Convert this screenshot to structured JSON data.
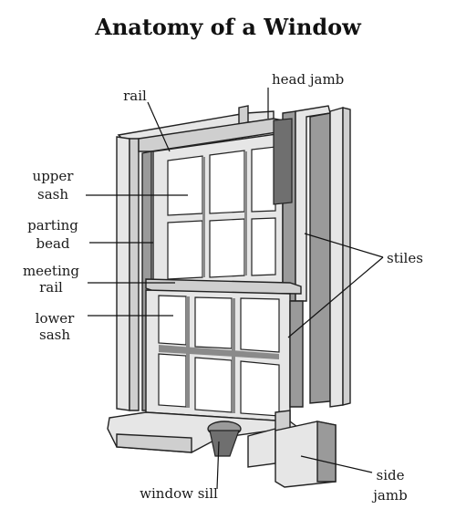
{
  "title": "Anatomy of a Window",
  "labels": {
    "rail": "rail",
    "head_jamb": "head jamb",
    "upper_sash_1": "upper",
    "upper_sash_2": "sash",
    "parting_bead_1": "parting",
    "parting_bead_2": "bead",
    "meeting_rail_1": "meeting",
    "meeting_rail_2": "rail",
    "lower_sash_1": "lower",
    "lower_sash_2": "sash",
    "stiles": "stiles",
    "window_sill": "window sill",
    "side_jamb_1": "side",
    "side_jamb_2": "jamb"
  }
}
